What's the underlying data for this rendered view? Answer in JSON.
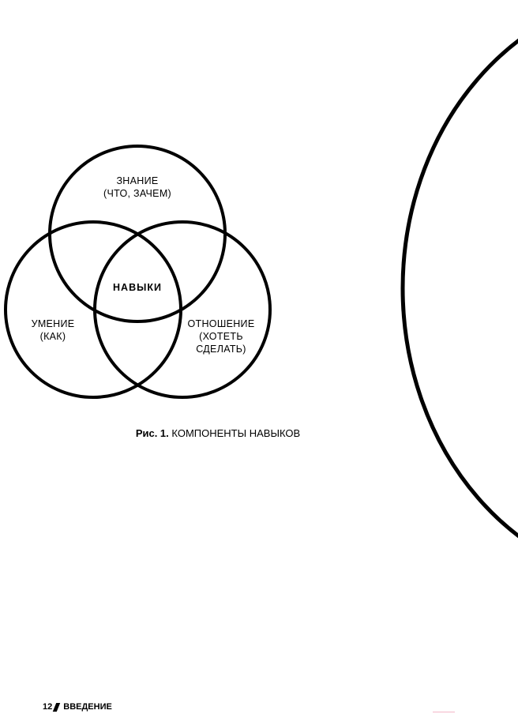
{
  "diagram": {
    "center_label": "НАВЫКИ",
    "circles": [
      {
        "id": "knowledge",
        "lines": [
          "ЗНАНИЕ",
          "(ЧТО, ЗАЧЕМ)"
        ]
      },
      {
        "id": "skill",
        "lines": [
          "УМЕНИЕ",
          "(КАК)"
        ]
      },
      {
        "id": "attitude",
        "lines": [
          "ОТНОШЕНИЕ",
          "(ХОТЕТЬ",
          "СДЕЛАТЬ)"
        ]
      }
    ]
  },
  "caption": {
    "fig_number": "Рис. 1.",
    "text": "КОМПОНЕНТЫ НАВЫКОВ"
  },
  "footer": {
    "page_number": "12",
    "section": "ВВЕДЕНИЕ"
  },
  "colors": {
    "stroke": "#000000",
    "background": "#ffffff"
  }
}
